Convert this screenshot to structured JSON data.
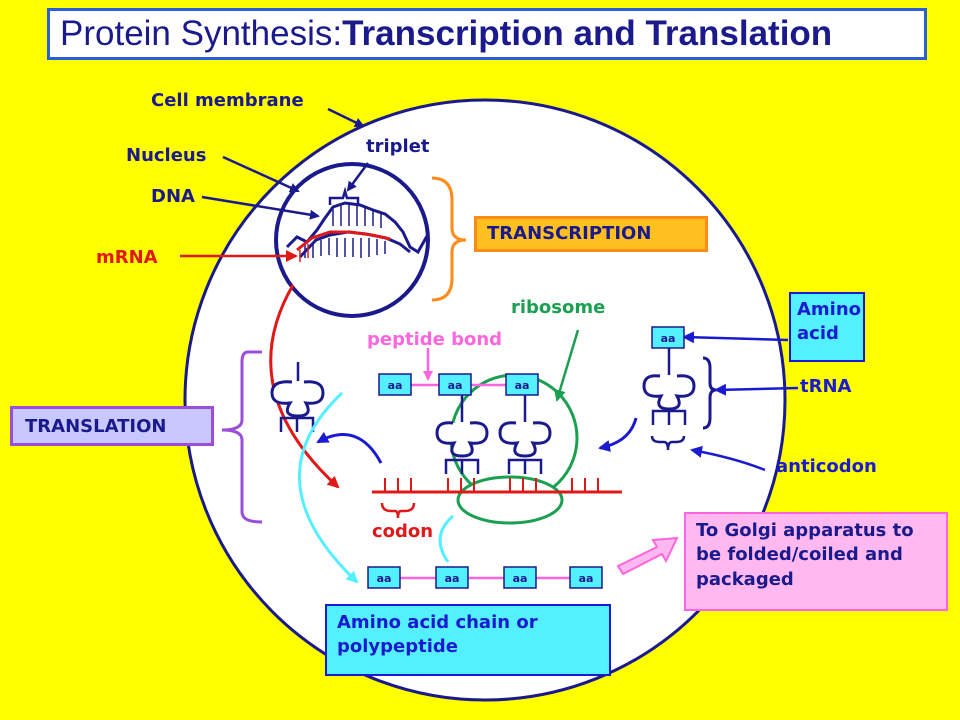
{
  "title": {
    "part1": "Protein Synthesis: ",
    "part2": "Transcription and Translation"
  },
  "labels": {
    "cell_membrane": "Cell membrane",
    "nucleus": "Nucleus",
    "triplet": "triplet",
    "dna": "DNA",
    "mrna": "mRNA",
    "transcription": "TRANSCRIPTION",
    "ribosome": "ribosome",
    "peptide_bond": "peptide bond",
    "amino_acid": "Amino acid",
    "trna": "tRNA",
    "translation": "TRANSLATION",
    "anticodon": "anticodon",
    "codon": "codon",
    "chain": "Amino acid chain or polypeptide",
    "golgi": "To Golgi apparatus to be folded/coiled and packaged",
    "aa": "aa"
  },
  "colors": {
    "background": "#ffff00",
    "dark_navy": "#1a1a8c",
    "mrna_red": "#e01818",
    "ribosome_green": "#1aa050",
    "peptide_pink": "#ff66dd",
    "transcription_orange": "#ff8c1a",
    "translation_purple": "#9b4ddb",
    "chain_cyan": "#55f0ff",
    "golgi_pink": "#ffb8f0",
    "amino_box_cyan": "#55f0ff",
    "translation_box": "#c8c8ff",
    "arrow_blue": "#1a1ad0"
  }
}
